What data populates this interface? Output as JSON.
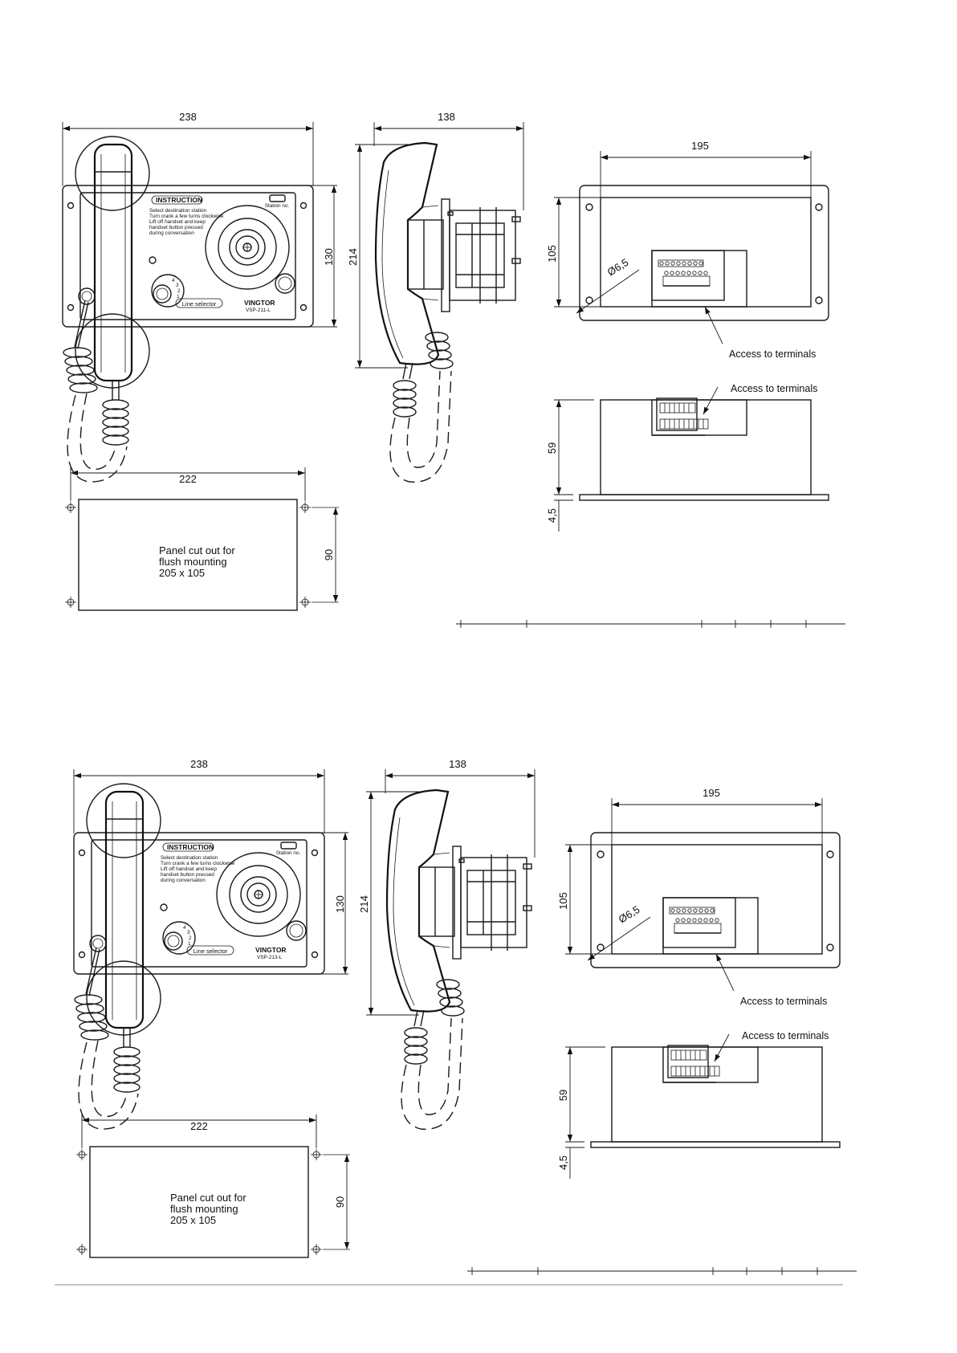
{
  "drawings": [
    {
      "front": {
        "width_dim": "238",
        "height_dim": "130",
        "instruction_title": "INSTRUCTION",
        "instructions": [
          "Select destination station",
          "Turn crank a few turns clockwise",
          "Lift off handset and keep",
          "handset button pressed",
          "during conversation"
        ],
        "station_label": "Station no.",
        "line_selector": "Line selector",
        "brand": "VINGTOR",
        "model": "VSP-211-L",
        "dial_numbers": [
          "4",
          "3",
          "2",
          "1"
        ]
      },
      "side": {
        "width_dim": "138",
        "height_dim": "214"
      },
      "back": {
        "width_dim": "195",
        "height_dim": "105",
        "hole_dim": "Ø6,5",
        "access_label": "Access to terminals"
      },
      "bottom": {
        "access_label": "Access to terminals",
        "depth_dim": "59",
        "plate_dim": "4,5"
      },
      "cutout": {
        "width_dim": "222",
        "height_dim": "90",
        "text_lines": [
          "Panel cut out for",
          "flush mounting",
          "205 x 105"
        ]
      }
    },
    {
      "front": {
        "width_dim": "238",
        "height_dim": "130",
        "instruction_title": "INSTRUCTION",
        "instructions": [
          "Select destination station",
          "Turn crank a few turns clockwise",
          "Lift off handset and keep",
          "handset button pressed",
          "during conversation"
        ],
        "station_label": "Station no.",
        "line_selector": "Line selector",
        "brand": "VINGTOR",
        "model": "VSP-213-L",
        "dial_numbers": [
          "4",
          "3",
          "2",
          "1"
        ]
      },
      "side": {
        "width_dim": "138",
        "height_dim": "214"
      },
      "back": {
        "width_dim": "195",
        "height_dim": "105",
        "hole_dim": "Ø6,5",
        "access_label": "Access to terminals"
      },
      "bottom": {
        "access_label": "Access to terminals",
        "depth_dim": "59",
        "plate_dim": "4,5"
      },
      "cutout": {
        "width_dim": "222",
        "height_dim": "90",
        "text_lines": [
          "Panel cut out for",
          "flush mounting",
          "205 x 105"
        ]
      }
    }
  ]
}
